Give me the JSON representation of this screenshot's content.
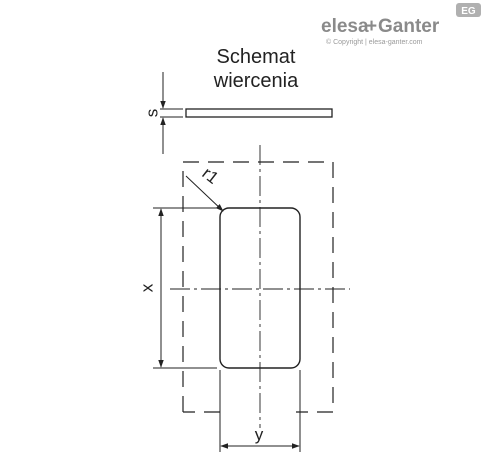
{
  "diagram": {
    "title_line1": "Schemat",
    "title_line2": "wiercenia",
    "labels": {
      "s": "s",
      "r1": "r1",
      "x": "x",
      "y": "y"
    }
  },
  "brand": {
    "name_left": "elesa",
    "plus": "+",
    "name_right": "Ganter",
    "badge": "EG",
    "copyright": "© Copyright | elesa-ganter.com"
  },
  "colors": {
    "line": "#222222",
    "logo_gray": "#8a8a8a",
    "logo_light": "#b0b0b0"
  },
  "icons": {
    "logo": "elesa-ganter-logo",
    "badge": "eg-badge-icon"
  }
}
